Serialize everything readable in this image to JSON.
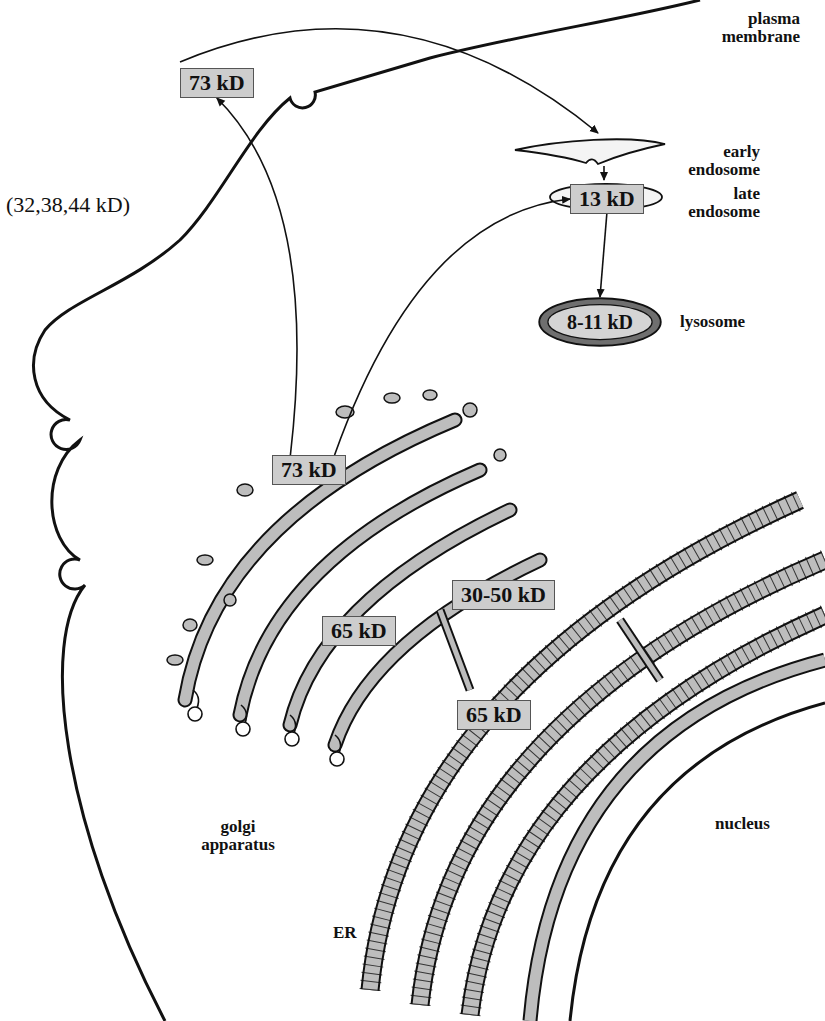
{
  "diagram": {
    "nodes": [
      {
        "text": [
          "73 kD"
        ]
      },
      {
        "text": [
          "13 kD"
        ]
      },
      {
        "text": [
          "8-11 kD"
        ]
      },
      {
        "text": [
          "73 kD"
        ]
      },
      {
        "text": [
          "30-50 kD"
        ]
      },
      {
        "text": [
          "65 kD"
        ]
      },
      {
        "text": [
          "65 kD"
        ]
      }
    ],
    "edges": [
      {
        "from": 3,
        "to": 0,
        "arrow": "to"
      },
      {
        "from": 3,
        "to": 1,
        "arrow": "to"
      },
      {
        "from": 1,
        "to": 2,
        "arrow": "to"
      }
    ],
    "labels": [
      "plasma membrane",
      "early endosome",
      "late endosome",
      "lysosome",
      "(32,38,44 kD)",
      "golgi apparatus",
      "ER",
      "nucleus"
    ]
  }
}
